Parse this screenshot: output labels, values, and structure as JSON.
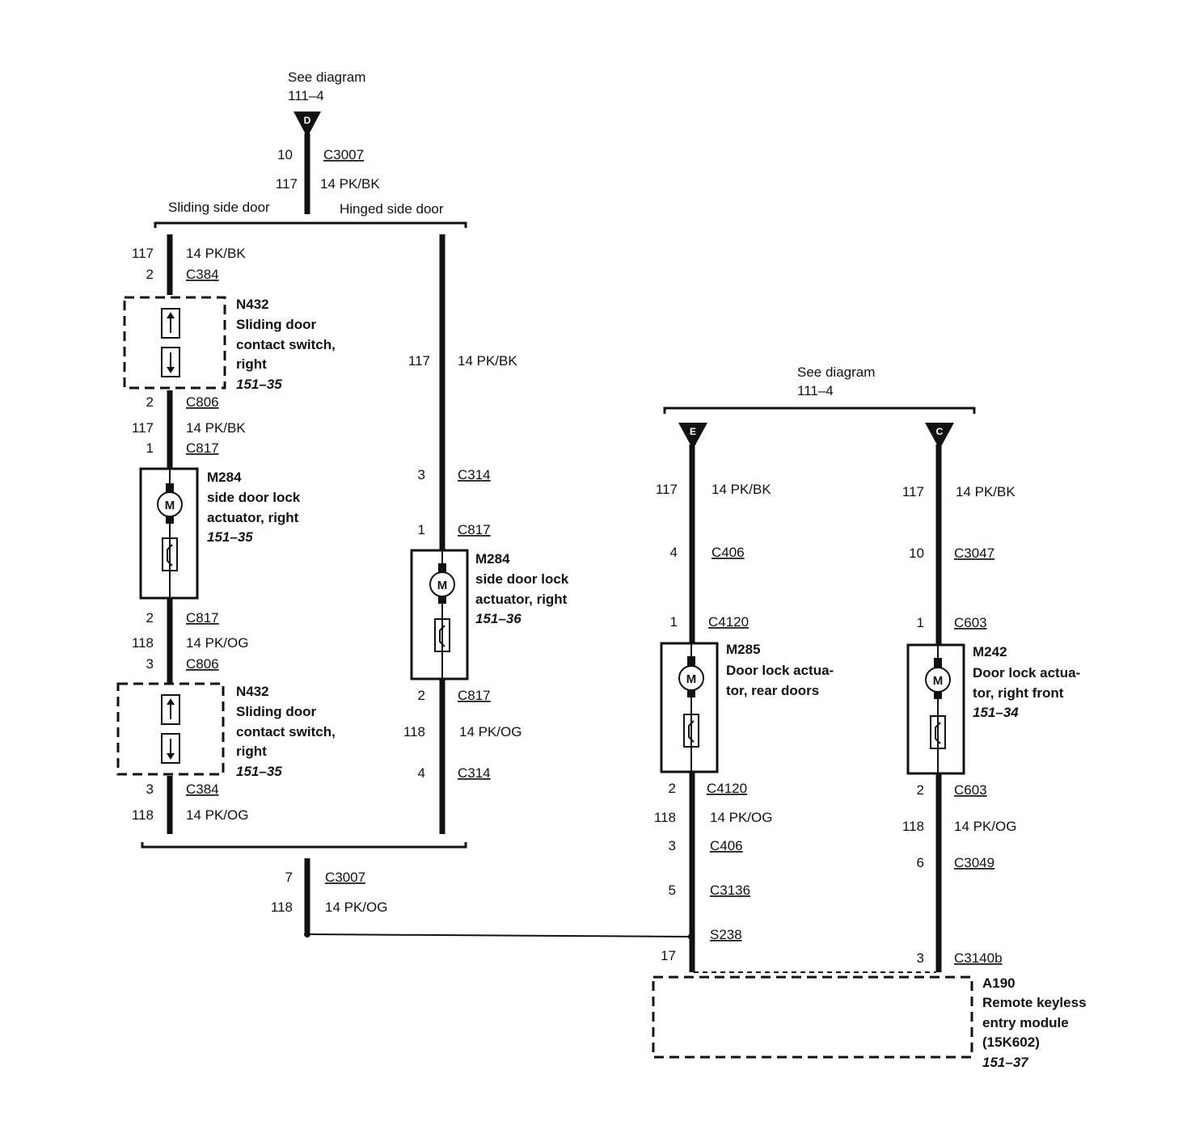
{
  "top": {
    "see_diagram": "See diagram",
    "diagram_ref": "111–4",
    "ref_letter": "D",
    "pin": "10",
    "connector": "C3007",
    "circuit": "117",
    "wire": "14 PK/BK"
  },
  "branches": {
    "sliding": "Sliding side door",
    "hinged": "Hinged side door"
  },
  "left": {
    "c384_top": {
      "circuit": "117",
      "wire": "14 PK/BK",
      "pin": "2",
      "connector": "C384"
    },
    "n432_top": {
      "id": "N432",
      "line1": "Sliding door",
      "line2": "contact switch,",
      "line3": "right",
      "page": "151–35"
    },
    "c806_top": {
      "pin": "2",
      "connector": "C806",
      "circuit": "117",
      "wire": "14 PK/BK"
    },
    "c817_top": {
      "pin": "1",
      "connector": "C817"
    },
    "m284": {
      "id": "M284",
      "line1": "side door lock",
      "line2": "actuator, right",
      "page": "151–35"
    },
    "c817_bot": {
      "pin": "2",
      "connector": "C817",
      "circuit": "118",
      "wire": "14 PK/OG"
    },
    "c806_bot": {
      "pin": "3",
      "connector": "C806"
    },
    "n432_bot": {
      "id": "N432",
      "line1": "Sliding door",
      "line2": "contact switch,",
      "line3": "right",
      "page": "151–35"
    },
    "c384_bot": {
      "pin": "3",
      "connector": "C384",
      "circuit": "118",
      "wire": "14 PK/OG"
    }
  },
  "hinged": {
    "circuit_top": "117",
    "wire_top": "14 PK/BK",
    "c314_top": {
      "pin": "3",
      "connector": "C314"
    },
    "c817_top": {
      "pin": "1",
      "connector": "C817"
    },
    "m284": {
      "id": "M284",
      "line1": "side door lock",
      "line2": "actuator, right",
      "page": "151–36"
    },
    "c817_bot": {
      "pin": "2",
      "connector": "C817"
    },
    "circuit_bot": "118",
    "wire_bot": "14 PK/OG",
    "c314_bot": {
      "pin": "4",
      "connector": "C314"
    }
  },
  "bottom": {
    "pin": "7",
    "connector": "C3007",
    "circuit": "118",
    "wire": "14 PK/OG"
  },
  "right_top": {
    "see_diagram": "See diagram",
    "diagram_ref": "111–4",
    "ref_e": "E",
    "ref_c": "C"
  },
  "rear": {
    "circuit_top": "117",
    "wire_top": "14 PK/BK",
    "c406_top": {
      "pin": "4",
      "connector": "C406"
    },
    "c4120_top": {
      "pin": "1",
      "connector": "C4120"
    },
    "m285": {
      "id": "M285",
      "line1": "Door lock actua-",
      "line2": "tor, rear doors"
    },
    "c4120_bot": {
      "pin": "2",
      "connector": "C4120"
    },
    "circuit_bot": "118",
    "wire_bot": "14 PK/OG",
    "c406_bot": {
      "pin": "3",
      "connector": "C406"
    },
    "c3136": {
      "pin": "5",
      "connector": "C3136"
    },
    "splice": "S238",
    "module_pin": "17"
  },
  "front": {
    "circuit_top": "117",
    "wire_top": "14 PK/BK",
    "c3047": {
      "pin": "10",
      "connector": "C3047"
    },
    "c603_top": {
      "pin": "1",
      "connector": "C603"
    },
    "m242": {
      "id": "M242",
      "line1": "Door lock actua-",
      "line2": "tor, right front",
      "page": "151–34"
    },
    "c603_bot": {
      "pin": "2",
      "connector": "C603"
    },
    "circuit_bot": "118",
    "wire_bot": "14 PK/OG",
    "c3049": {
      "pin": "6",
      "connector": "C3049"
    },
    "c3140b": {
      "pin": "3",
      "connector": "C3140b"
    }
  },
  "module": {
    "id": "A190",
    "line1": "Remote keyless",
    "line2": "entry module",
    "line3": "(15K602)",
    "page": "151–37"
  }
}
